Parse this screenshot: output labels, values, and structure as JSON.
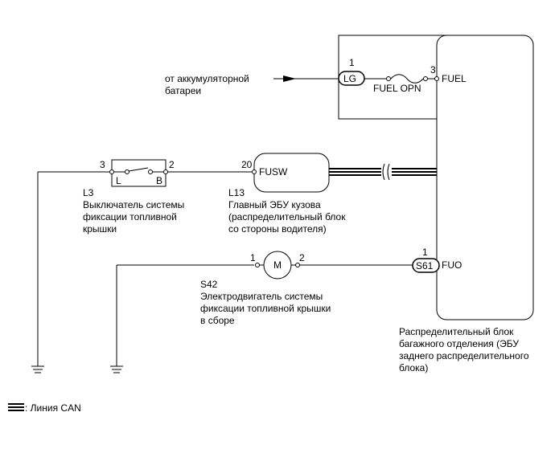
{
  "battery": {
    "label_line1": "от аккумуляторной",
    "label_line2": "батареи"
  },
  "connector_lg": {
    "pin": "1",
    "name": "LG"
  },
  "fuse": {
    "label": "FUEL OPN"
  },
  "fuel_terminal": {
    "pin": "3",
    "label": "FUEL"
  },
  "switch": {
    "pin_left": "3",
    "pin_right": "2",
    "contact_left": "L",
    "contact_right": "B",
    "code": "L3",
    "desc_line1": "Выключатель системы",
    "desc_line2": "фиксации топливной",
    "desc_line3": "крышки"
  },
  "body_ecu": {
    "pin": "20",
    "terminal": "FUSW",
    "code": "L13",
    "desc_line1": "Главный ЭБУ кузова",
    "desc_line2": "(распределительный блок",
    "desc_line3": "со стороны водителя)"
  },
  "motor": {
    "pin_left": "1",
    "pin_right": "2",
    "symbol": "M",
    "code": "S42",
    "desc_line1": "Электродвигатель системы",
    "desc_line2": "фиксации топливной крышки",
    "desc_line3": "в сборе"
  },
  "connector_s61": {
    "pin": "1",
    "name": "S61",
    "terminal": "FUO"
  },
  "luggage_block": {
    "desc_line1": "Распределительный блок",
    "desc_line2": "багажного отделения (ЭБУ",
    "desc_line3": "заднего распределительного",
    "desc_line4": "блока)"
  },
  "legend": {
    "label": ": Линия CAN"
  }
}
